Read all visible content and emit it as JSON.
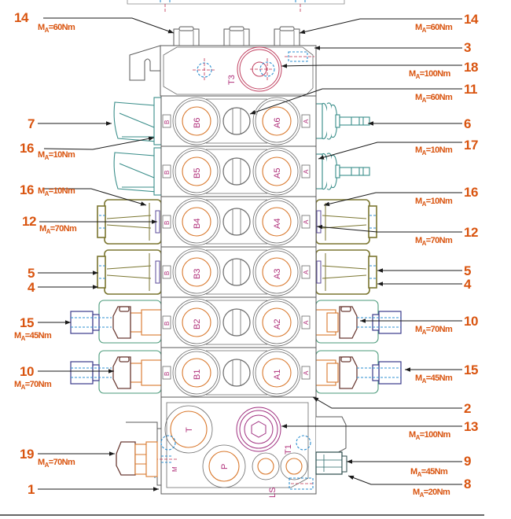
{
  "title": "Valve block assembly drawing — part callouts with tightening torques",
  "colors": {
    "callout_text": "#d9540f",
    "port_label": "#b0307a",
    "body_outline": "#5a5a5a",
    "lever_teal": "#3a8e8a",
    "detent_olive": "#7b7630",
    "fitting_navy": "#3a3a8a",
    "hidden_line_blue": "#2e8fd0"
  },
  "callouts": [
    {
      "id": "c14L",
      "number": "14",
      "torque_prefix": "M",
      "torque_sub": "A",
      "torque_value": "=60Nm",
      "side": "left"
    },
    {
      "id": "c14R",
      "number": "14",
      "torque_prefix": "M",
      "torque_sub": "A",
      "torque_value": "=60Nm",
      "side": "right"
    },
    {
      "id": "c3",
      "number": "3",
      "torque_value": null,
      "side": "right"
    },
    {
      "id": "c18",
      "number": "18",
      "torque_prefix": "M",
      "torque_sub": "A",
      "torque_value": "=100Nm",
      "side": "right"
    },
    {
      "id": "c11",
      "number": "11",
      "torque_prefix": "M",
      "torque_sub": "A",
      "torque_value": "=60Nm",
      "side": "right"
    },
    {
      "id": "c7",
      "number": "7",
      "torque_value": null,
      "side": "left"
    },
    {
      "id": "c6",
      "number": "6",
      "torque_value": null,
      "side": "right"
    },
    {
      "id": "c16a",
      "number": "16",
      "torque_prefix": "M",
      "torque_sub": "A",
      "torque_value": "=10Nm",
      "side": "left"
    },
    {
      "id": "c17",
      "number": "17",
      "torque_prefix": "M",
      "torque_sub": "A",
      "torque_value": "=10Nm",
      "side": "right"
    },
    {
      "id": "c16b",
      "number": "16",
      "torque_prefix": "M",
      "torque_sub": "A",
      "torque_value": "=10Nm",
      "side": "left"
    },
    {
      "id": "c16c",
      "number": "16",
      "torque_prefix": "M",
      "torque_sub": "A",
      "torque_value": "=10Nm",
      "side": "right"
    },
    {
      "id": "c12L",
      "number": "12",
      "torque_prefix": "M",
      "torque_sub": "A",
      "torque_value": "=70Nm",
      "side": "left"
    },
    {
      "id": "c12R",
      "number": "12",
      "torque_prefix": "M",
      "torque_sub": "A",
      "torque_value": "=70Nm",
      "side": "right"
    },
    {
      "id": "c5L",
      "number": "5",
      "torque_value": null,
      "side": "left"
    },
    {
      "id": "c5R",
      "number": "5",
      "torque_value": null,
      "side": "right"
    },
    {
      "id": "c4L",
      "number": "4",
      "torque_value": null,
      "side": "left"
    },
    {
      "id": "c4R",
      "number": "4",
      "torque_value": null,
      "side": "right"
    },
    {
      "id": "c15L",
      "number": "15",
      "torque_prefix": "M",
      "torque_sub": "A",
      "torque_value": "=45Nm",
      "side": "left"
    },
    {
      "id": "c10R",
      "number": "10",
      "torque_prefix": "M",
      "torque_sub": "A",
      "torque_value": "=70Nm",
      "side": "right"
    },
    {
      "id": "c10L",
      "number": "10",
      "torque_prefix": "M",
      "torque_sub": "A",
      "torque_value": "=70Nm",
      "side": "left"
    },
    {
      "id": "c15R",
      "number": "15",
      "torque_prefix": "M",
      "torque_sub": "A",
      "torque_value": "=45Nm",
      "side": "right"
    },
    {
      "id": "c2",
      "number": "2",
      "torque_value": null,
      "side": "right"
    },
    {
      "id": "c13",
      "number": "13",
      "torque_prefix": "M",
      "torque_sub": "A",
      "torque_value": "=100Nm",
      "side": "right"
    },
    {
      "id": "c19",
      "number": "19",
      "torque_prefix": "M",
      "torque_sub": "A",
      "torque_value": "=70Nm",
      "side": "left"
    },
    {
      "id": "c9",
      "number": "9",
      "torque_prefix": "M",
      "torque_sub": "A",
      "torque_value": "=45Nm",
      "side": "right"
    },
    {
      "id": "c1",
      "number": "1",
      "torque_value": null,
      "side": "left"
    },
    {
      "id": "c8",
      "number": "8",
      "torque_prefix": "M",
      "torque_sub": "A",
      "torque_value": "=20Nm",
      "side": "right"
    }
  ],
  "sections": [
    {
      "port_b": "B6",
      "port_a": "A6",
      "side_b": "B",
      "side_a": "A",
      "actuator": "lever"
    },
    {
      "port_b": "B5",
      "port_a": "A5",
      "side_b": "B",
      "side_a": "A",
      "actuator": "lever"
    },
    {
      "port_b": "B4",
      "port_a": "A4",
      "side_b": "B",
      "side_a": "A",
      "actuator": "detent"
    },
    {
      "port_b": "B3",
      "port_a": "A3",
      "side_b": "B",
      "side_a": "A",
      "actuator": "detent"
    },
    {
      "port_b": "B2",
      "port_a": "A2",
      "side_b": "B",
      "side_a": "A",
      "actuator": "fitting"
    },
    {
      "port_b": "B1",
      "port_a": "A1",
      "side_b": "B",
      "side_a": "A",
      "actuator": "fitting"
    }
  ],
  "end_cover": {
    "port_label": "T3"
  },
  "inlet": {
    "port_t": "T",
    "port_p": "P",
    "port_ls": "LS",
    "port_t1": "T1",
    "port_m": "M"
  }
}
